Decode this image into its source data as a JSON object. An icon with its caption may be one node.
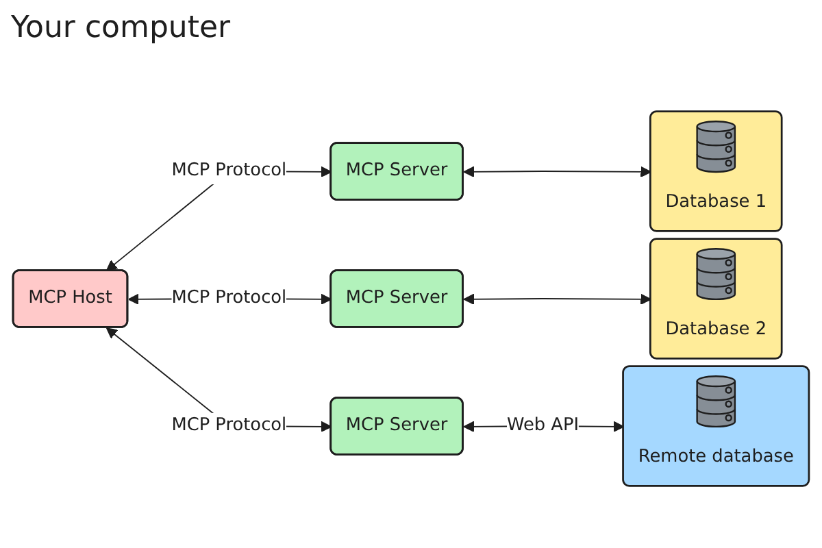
{
  "diagram": {
    "title": "Your computer",
    "nodes": [
      {
        "text": [
          "MCP Host"
        ]
      },
      {
        "text": [
          "MCP Server"
        ]
      },
      {
        "text": [
          "MCP Server"
        ]
      },
      {
        "text": [
          "MCP Server"
        ]
      },
      {
        "text": [
          "Database 1"
        ]
      },
      {
        "text": [
          "Database 2"
        ]
      },
      {
        "text": [
          "Remote database"
        ]
      }
    ],
    "edges": [
      {
        "from": 0,
        "to": 1,
        "arrow": "both",
        "label": "MCP Protocol"
      },
      {
        "from": 0,
        "to": 2,
        "arrow": "both",
        "label": "MCP Protocol"
      },
      {
        "from": 0,
        "to": 3,
        "arrow": "both",
        "label": "MCP Protocol"
      },
      {
        "from": 1,
        "to": 4,
        "arrow": "both"
      },
      {
        "from": 2,
        "to": 5,
        "arrow": "both"
      },
      {
        "from": 3,
        "to": 6,
        "arrow": "both",
        "label": "Web API"
      }
    ]
  }
}
